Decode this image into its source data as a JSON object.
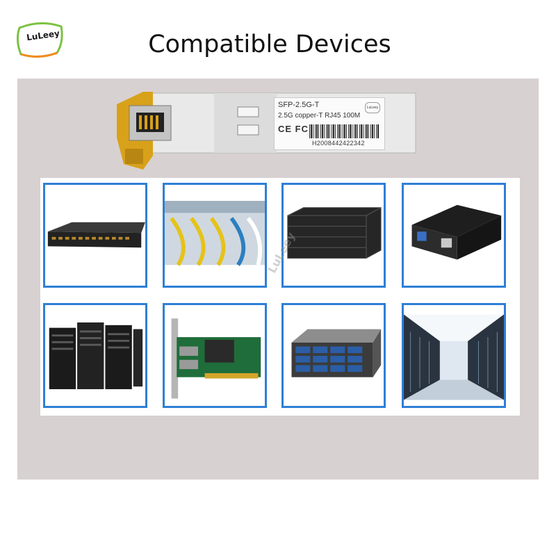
{
  "brand": {
    "logo_text": "LuLeey"
  },
  "header": {
    "title": "Compatible Devices"
  },
  "product": {
    "label_line1": "SFP-2.5G-T",
    "label_line2": "2.5G copper-T RJ45 100M",
    "label_cert": "CE FC",
    "label_serial": "H2008442422342",
    "label_brand": "LuLeey"
  },
  "watermark": "LuLeey",
  "devices": [
    {
      "name": "network-switch",
      "icon": "switch-image"
    },
    {
      "name": "fiber-patch-cables",
      "icon": "cables-image"
    },
    {
      "name": "rack-router-stack",
      "icon": "router-image"
    },
    {
      "name": "media-converter",
      "icon": "converter-image"
    },
    {
      "name": "server-racks",
      "icon": "rack-image"
    },
    {
      "name": "network-interface-card",
      "icon": "nic-image"
    },
    {
      "name": "storage-server",
      "icon": "storage-image"
    },
    {
      "name": "data-center",
      "icon": "datacenter-image"
    }
  ],
  "colors": {
    "tile_border": "#2e7fd6",
    "panel_bg": "#d8d1d1",
    "logo_green": "#7cc242",
    "logo_orange": "#f28a1f"
  }
}
